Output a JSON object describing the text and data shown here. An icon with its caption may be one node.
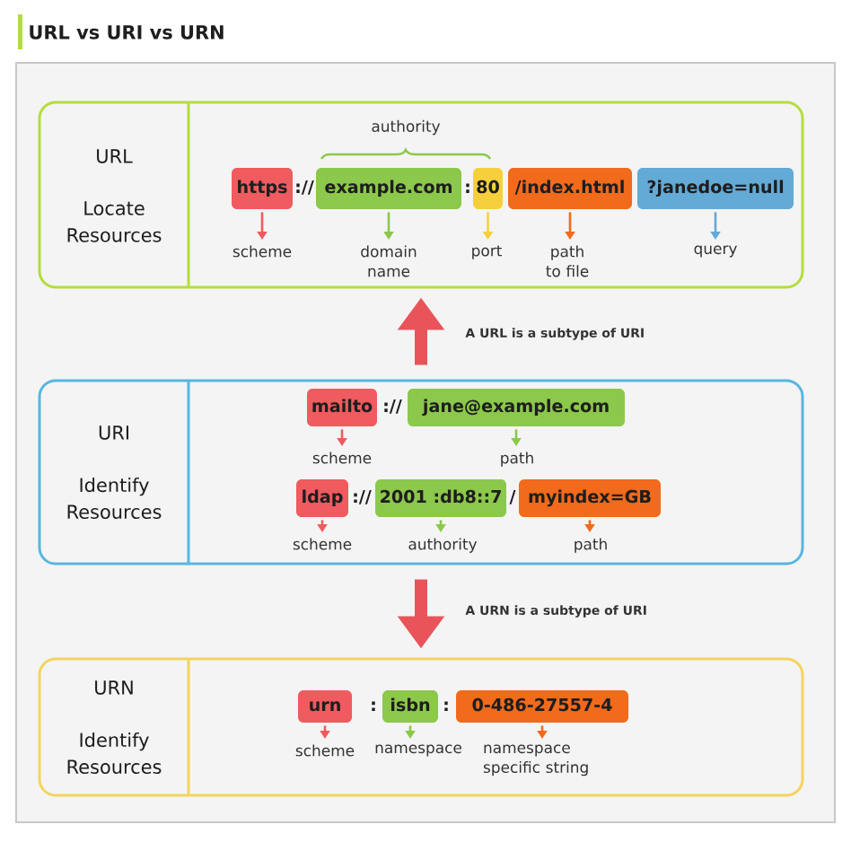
{
  "diagram": {
    "title": "URL vs URI vs URN",
    "nodes": [
      {
        "text": [
          "URL",
          "Locate Resources"
        ]
      },
      {
        "text": [
          "https"
        ],
        "in": 0
      },
      {
        "text": [
          "example.com"
        ],
        "in": 0
      },
      {
        "text": [
          "80"
        ],
        "in": 0
      },
      {
        "text": [
          "/index.html"
        ],
        "in": 0
      },
      {
        "text": [
          "?janedoe=null"
        ],
        "in": 0
      },
      {
        "text": [
          "scheme"
        ],
        "in": 0
      },
      {
        "text": [
          "domain name"
        ],
        "in": 0
      },
      {
        "text": [
          "port"
        ],
        "in": 0
      },
      {
        "text": [
          "path to file"
        ],
        "in": 0
      },
      {
        "text": [
          "query"
        ],
        "in": 0
      },
      {
        "text": [
          "URI",
          "Identify Resources"
        ]
      },
      {
        "text": [
          "mailto"
        ],
        "in": 11
      },
      {
        "text": [
          "jane@example.com"
        ],
        "in": 11
      },
      {
        "text": [
          "scheme"
        ],
        "in": 11
      },
      {
        "text": [
          "path"
        ],
        "in": 11
      },
      {
        "text": [
          "ldap"
        ],
        "in": 11
      },
      {
        "text": [
          "2001 :db8::7"
        ],
        "in": 11
      },
      {
        "text": [
          "myindex=GB"
        ],
        "in": 11
      },
      {
        "text": [
          "scheme"
        ],
        "in": 11
      },
      {
        "text": [
          "authority"
        ],
        "in": 11
      },
      {
        "text": [
          "path"
        ],
        "in": 11
      },
      {
        "text": [
          "URN",
          "Identify Resources"
        ]
      },
      {
        "text": [
          "urn"
        ],
        "in": 22
      },
      {
        "text": [
          "isbn"
        ],
        "in": 22
      },
      {
        "text": [
          "0-486-27557-4"
        ],
        "in": 22
      },
      {
        "text": [
          "scheme"
        ],
        "in": 22
      },
      {
        "text": [
          "namespace"
        ],
        "in": 22
      },
      {
        "text": [
          "namespace specific string"
        ],
        "in": 22
      }
    ],
    "edges": [
      {
        "from": 1,
        "to": 6,
        "arrow": "to",
        "color": "#ef5b5f"
      },
      {
        "from": 2,
        "to": 7,
        "arrow": "to",
        "color": "#8cc84b"
      },
      {
        "from": 3,
        "to": 8,
        "arrow": "to",
        "color": "#f6d03c"
      },
      {
        "from": 4,
        "to": 9,
        "arrow": "to",
        "color": "#f26a1b"
      },
      {
        "from": 5,
        "to": 10,
        "arrow": "to",
        "color": "#64aad6"
      },
      {
        "from": 11,
        "to": 0,
        "arrow": "to",
        "label": "A URL is a subtype of URI",
        "style": "thick",
        "color": "#e8545a"
      },
      {
        "from": 12,
        "to": 14,
        "arrow": "to",
        "color": "#ef5b5f"
      },
      {
        "from": 13,
        "to": 15,
        "arrow": "to",
        "color": "#8cc84b"
      },
      {
        "from": 16,
        "to": 19,
        "arrow": "to",
        "color": "#ef5b5f"
      },
      {
        "from": 17,
        "to": 20,
        "arrow": "to",
        "color": "#8cc84b"
      },
      {
        "from": 18,
        "to": 21,
        "arrow": "to",
        "color": "#f26a1b"
      },
      {
        "from": 11,
        "to": 22,
        "arrow": "to",
        "label": "A URN is a subtype of URI",
        "style": "thick",
        "color": "#e8545a"
      },
      {
        "from": 23,
        "to": 26,
        "arrow": "to",
        "color": "#ef5b5f"
      },
      {
        "from": 24,
        "to": 27,
        "arrow": "to",
        "color": "#8cc84b"
      },
      {
        "from": 25,
        "to": 28,
        "arrow": "to",
        "color": "#f26a1b"
      }
    ],
    "labels": [
      "authority",
      "://",
      ":",
      "://",
      "://",
      "/",
      ":",
      ":"
    ]
  }
}
